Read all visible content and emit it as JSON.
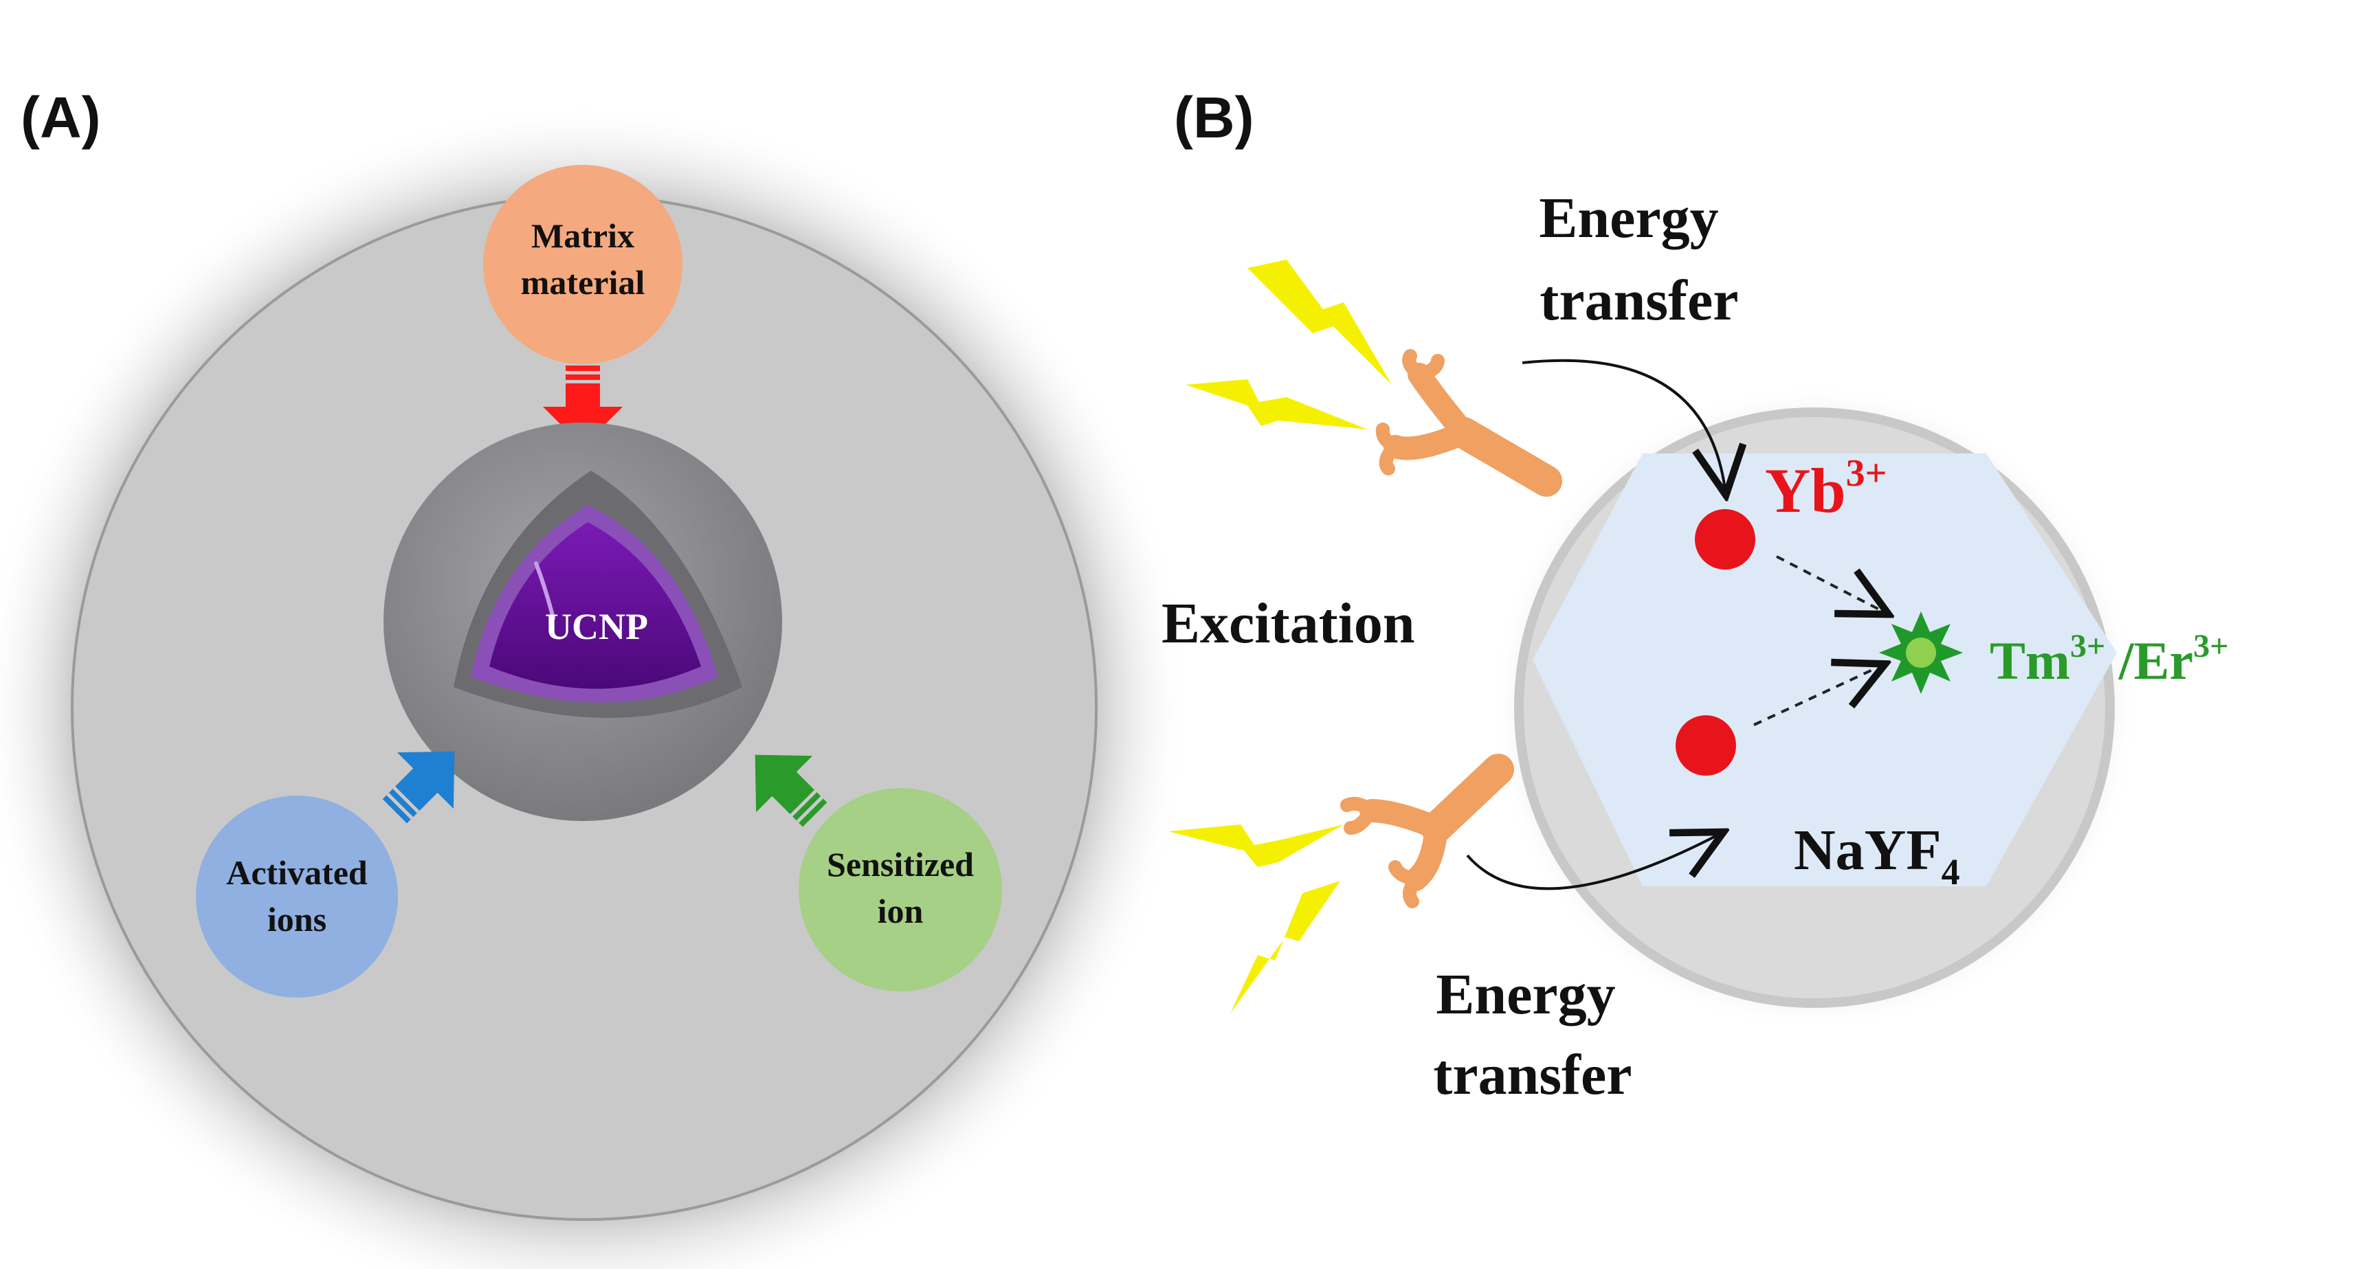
{
  "panel_a": {
    "label": "(A)",
    "core_label": "UCNP",
    "matrix": {
      "line1": "Matrix",
      "line2": "material",
      "color": "#f4a97f"
    },
    "activated": {
      "line1": "Activated",
      "line2": "ions",
      "color": "#8fb0e0"
    },
    "sensitized": {
      "line1": "Sensitized",
      "line2": "ion",
      "color": "#a6d085"
    },
    "arrow_colors": {
      "matrix": "#ff1a1a",
      "activated": "#1f7fd0",
      "sensitized": "#2a9a2a"
    },
    "core_color": "#5b0c8f",
    "shell_color": "#8a8a8e"
  },
  "panel_b": {
    "label": "(B)",
    "energy_top": {
      "line1": "Energy",
      "line2": "transfer"
    },
    "energy_bottom": {
      "line1": "Energy",
      "line2": "transfer"
    },
    "excitation": "Excitation",
    "sensitizer": {
      "base": "Yb",
      "sup": "3+",
      "color": "#e8141c"
    },
    "activator": {
      "base1": "Tm",
      "sup1": "3+",
      "sep": " /",
      "base2": "Er",
      "sup2": "3+",
      "color": "#2a9a2a"
    },
    "host": {
      "base": "NaYF",
      "sub": "4"
    },
    "lightning_color": "#f5f000",
    "antibody_color": "#f0a060",
    "hexagon_color": "#dde9f6"
  }
}
